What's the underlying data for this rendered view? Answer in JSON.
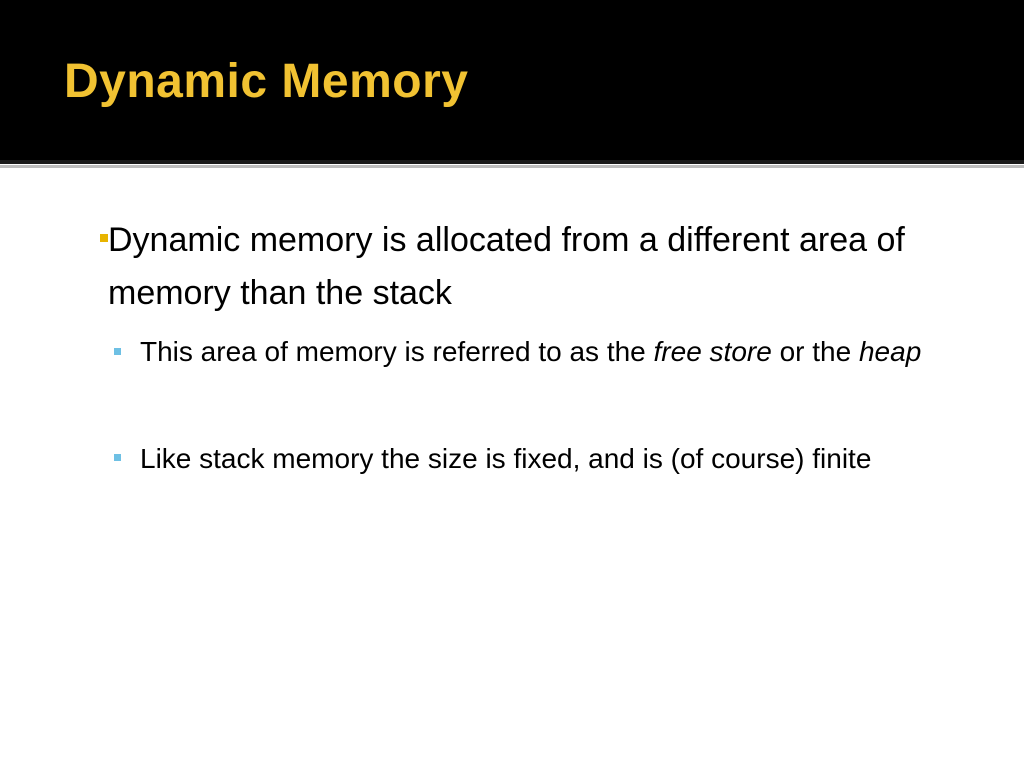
{
  "slide": {
    "title": "Dynamic Memory",
    "colors": {
      "title_bar_bg": "#000000",
      "title_text": "#f1c232",
      "level1_bullet": "#e8b400",
      "level2_bullet": "#6ec0e4",
      "body_text": "#000000"
    },
    "bullets": [
      {
        "level": 1,
        "text": "Dynamic memory is allocated from a different area of memory than the stack",
        "children": [
          {
            "level": 2,
            "parts": {
              "t1": "This area of memory is referred to as the ",
              "em1": "free store",
              "t2": " or the ",
              "em2": "heap"
            }
          },
          {
            "level": 2,
            "text": "Like stack memory the size is fixed, and is (of course) finite"
          }
        ]
      }
    ]
  }
}
